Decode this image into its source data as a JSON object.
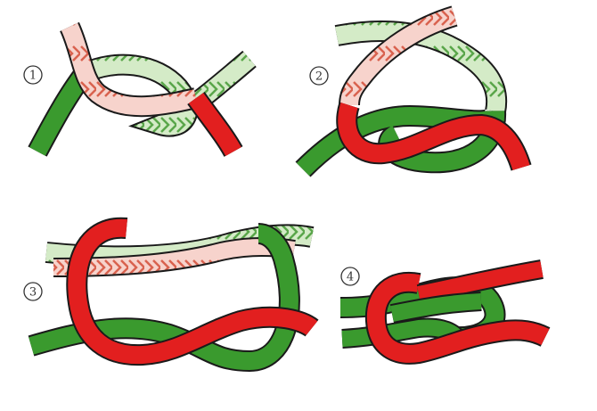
{
  "steps": [
    {
      "label": "1"
    },
    {
      "label": "2"
    },
    {
      "label": "3"
    },
    {
      "label": "4"
    }
  ],
  "colors": {
    "red": "#e21f1f",
    "green": "#3a9a2e",
    "outline": "#1a1a1a",
    "pale_pink": "#f7d3cc",
    "pale_green": "#d4ebc7",
    "chevron_red": "#d9624f",
    "chevron_green": "#5aa64a",
    "background": "#ffffff"
  }
}
